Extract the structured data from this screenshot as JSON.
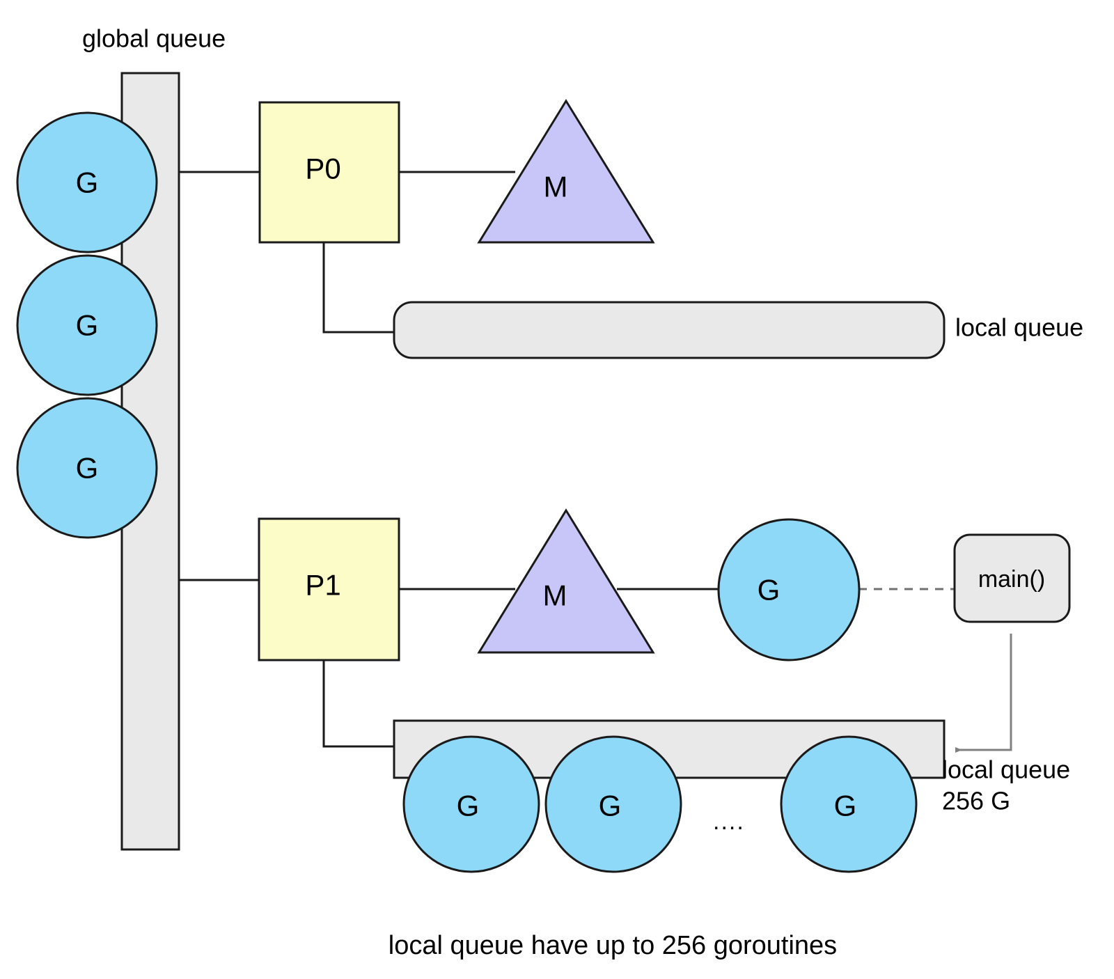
{
  "diagram": {
    "title_not_shown": "",
    "colors": {
      "goroutine_fill": "#8ed8f8",
      "processor_fill": "#fcfcc8",
      "machine_fill": "#c8c6f8",
      "queue_fill": "#e9e9e9",
      "stroke": "#1a1a1a",
      "arrow_gray": "#808080",
      "background": "#ffffff"
    },
    "labels": {
      "global_queue": "global queue",
      "local_queue_top": "local queue",
      "local_queue_bottom_line1": "local queue",
      "local_queue_bottom_line2": "256 G",
      "caption": "local queue have up to 256 goroutines",
      "ellipsis": "...."
    },
    "global_queue": {
      "label": "global queue",
      "goroutines": [
        {
          "label": "G"
        },
        {
          "label": "G"
        },
        {
          "label": "G"
        }
      ]
    },
    "rows": [
      {
        "processor": {
          "label": "P0"
        },
        "machine": {
          "label": "M"
        },
        "local_queue": {
          "label": "local queue",
          "goroutines": []
        }
      },
      {
        "processor": {
          "label": "P1"
        },
        "machine": {
          "label": "M"
        },
        "running_goroutine": {
          "label": "G"
        },
        "main_box": {
          "label": "main()"
        },
        "local_queue": {
          "label_line1": "local queue",
          "label_line2": "256 G",
          "goroutines": [
            {
              "label": "G"
            },
            {
              "label": "G"
            },
            {
              "label": "G"
            }
          ],
          "ellipsis": "....",
          "capacity": 256
        }
      }
    ]
  }
}
